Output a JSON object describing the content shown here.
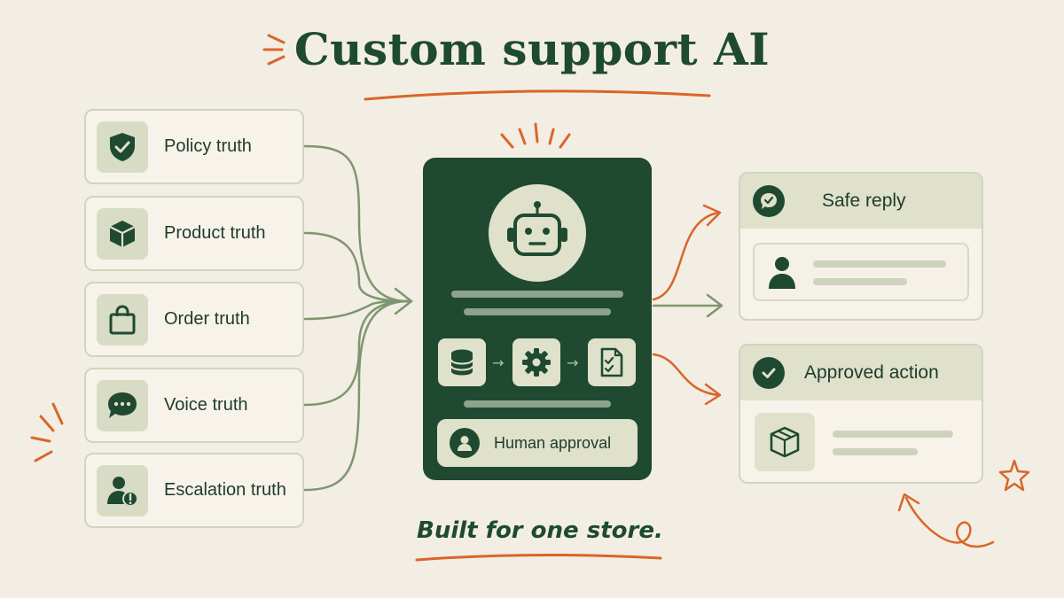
{
  "title": "Custom support AI",
  "footer": "Built for one store.",
  "colors": {
    "background": "#f3eee3",
    "dark_green": "#1f4a31",
    "sage": "#dfe1cb",
    "connector_green": "#7e9670",
    "accent_orange": "#d9662a"
  },
  "inputs": [
    {
      "label": "Policy truth",
      "icon": "shield-check-icon"
    },
    {
      "label": "Product truth",
      "icon": "cube-icon"
    },
    {
      "label": "Order truth",
      "icon": "shopping-bag-icon"
    },
    {
      "label": "Voice truth",
      "icon": "chat-bubble-icon"
    },
    {
      "label": "Escalation truth",
      "icon": "person-alert-icon"
    }
  ],
  "core": {
    "icon": "robot-icon",
    "steps": [
      "database-icon",
      "gear-icon",
      "document-check-icon"
    ],
    "approval_label": "Human approval",
    "approval_icon": "person-avatar-icon"
  },
  "outputs": [
    {
      "label": "Safe reply",
      "icon": "chat-check-icon",
      "detail_icon": "person-avatar-icon"
    },
    {
      "label": "Approved action",
      "icon": "check-circle-icon",
      "detail_icon": "package-icon"
    }
  ]
}
